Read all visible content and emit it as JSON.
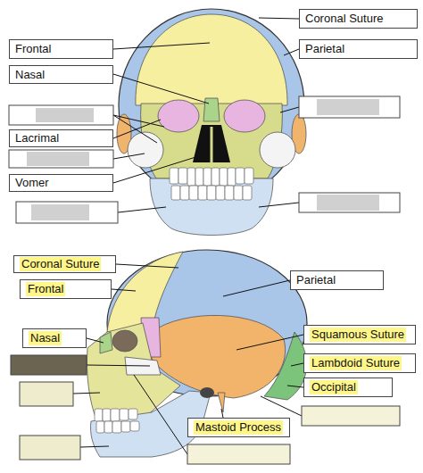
{
  "diagram": {
    "nodes": [
      {
        "text": [
          "Coronal Suture"
        ]
      },
      {
        "text": [
          "Frontal"
        ]
      },
      {
        "text": [
          "Parietal"
        ]
      },
      {
        "text": [
          "Nasal"
        ]
      },
      {
        "text": [
          "Lacrimal"
        ]
      },
      {
        "text": [
          "Vomer"
        ]
      },
      {
        "text": [
          "Coronal Suture"
        ]
      },
      {
        "text": [
          "Parietal"
        ]
      },
      {
        "text": [
          "Frontal"
        ]
      },
      {
        "text": [
          "Squamous Suture"
        ]
      },
      {
        "text": [
          "Nasal"
        ]
      },
      {
        "text": [
          "Lambdoid Suture"
        ]
      },
      {
        "text": [
          "Occipital"
        ]
      },
      {
        "text": [
          "Mastoid Process"
        ]
      }
    ]
  }
}
